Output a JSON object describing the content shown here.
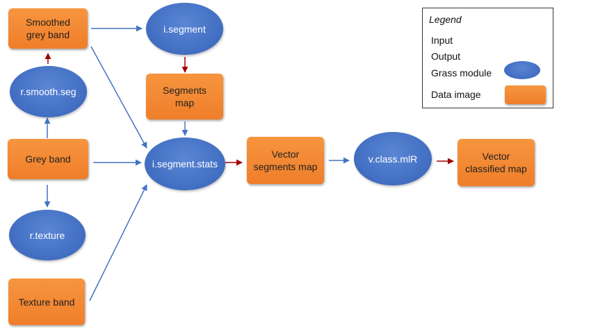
{
  "colors": {
    "input_arrow": "#4472c4",
    "output_arrow": "#a00000",
    "module_fill": "#4472c4",
    "data_fill": "#f58a38"
  },
  "nodes": {
    "smoothed_grey_band": [
      "Smoothed",
      "grey band"
    ],
    "r_smooth_seg": "r.smooth.seg",
    "grey_band": "Grey band",
    "r_texture": "r.texture",
    "texture_band": "Texture band",
    "i_segment": "i.segment",
    "segments_map": [
      "Segments",
      "map"
    ],
    "i_segment_stats": "i.segment.stats",
    "vector_segments_map": [
      "Vector",
      "segments map"
    ],
    "v_class_mlr": "v.class.mlR",
    "vector_classified_map": [
      "Vector",
      "classified map"
    ]
  },
  "legend": {
    "title": "Legend",
    "input": "Input",
    "output": "Output",
    "grass_module": "Grass module",
    "data_image": "Data image"
  }
}
